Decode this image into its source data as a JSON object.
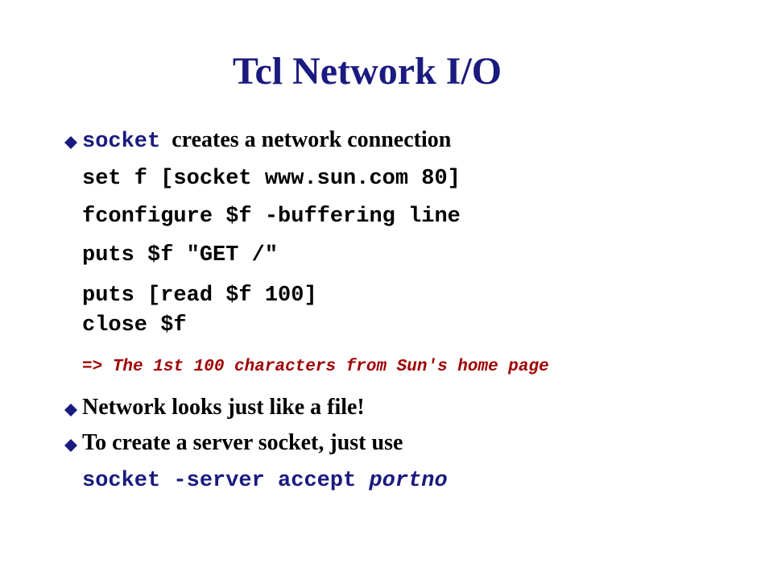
{
  "title": "Tcl Network I/O",
  "bullets": [
    {
      "keyword": "socket",
      "text": "creates a network connection"
    },
    {
      "text": "Network looks just like a file!"
    },
    {
      "text": "To create a server socket, just use"
    }
  ],
  "code": {
    "line1": "set f [socket www.sun.com 80]",
    "line2": "fconfigure $f -buffering line",
    "line3": "puts $f \"GET /\"",
    "line4": "puts [read $f 100]",
    "line5": "close $f"
  },
  "result": {
    "arrow": "=>",
    "text": "The 1st 100 characters from Sun's home page"
  },
  "server_command": {
    "command": "socket -server accept",
    "argument": "portno"
  },
  "colors": {
    "title": "#1a1a80",
    "bullet": "#1a1a80",
    "comment": "#a00000"
  },
  "icons": {
    "bullet": "diamond-bullet"
  }
}
